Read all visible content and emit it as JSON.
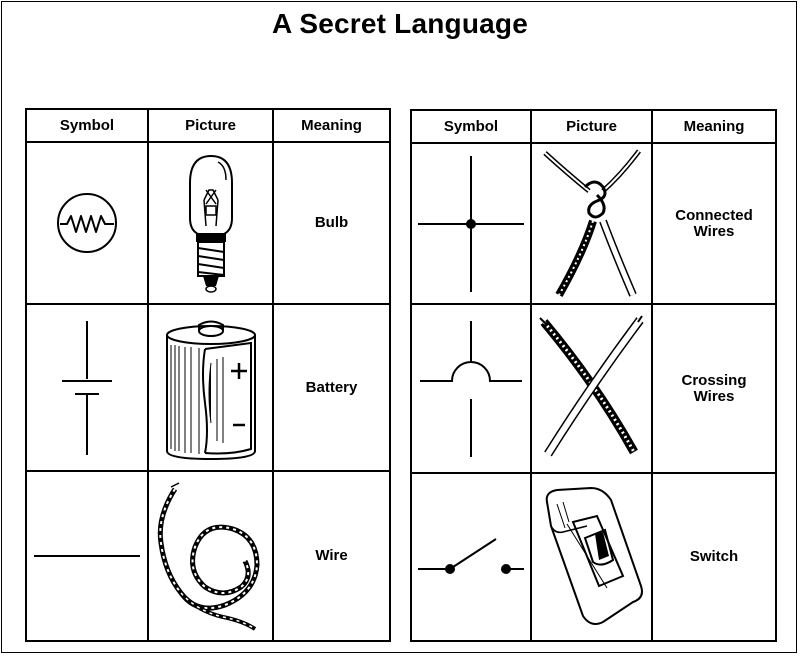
{
  "title": "A Secret Language",
  "headers": {
    "symbol": "Symbol",
    "picture": "Picture",
    "meaning": "Meaning"
  },
  "left_table": [
    {
      "symbol_icon": "resistor-symbol-icon",
      "picture_icon": "light-bulb-icon",
      "meaning": "Bulb"
    },
    {
      "symbol_icon": "battery-symbol-icon",
      "picture_icon": "battery-cell-icon",
      "meaning": "Battery"
    },
    {
      "symbol_icon": "wire-symbol-icon",
      "picture_icon": "coiled-wire-icon",
      "meaning": "Wire"
    }
  ],
  "right_table": [
    {
      "symbol_icon": "connected-wires-symbol-icon",
      "picture_icon": "twisted-wires-icon",
      "meaning": "Connected\nWires"
    },
    {
      "symbol_icon": "crossing-wires-symbol-icon",
      "picture_icon": "crossed-wires-icon",
      "meaning": "Crossing\nWires"
    },
    {
      "symbol_icon": "switch-symbol-icon",
      "picture_icon": "toggle-switch-icon",
      "meaning": "Switch"
    }
  ]
}
